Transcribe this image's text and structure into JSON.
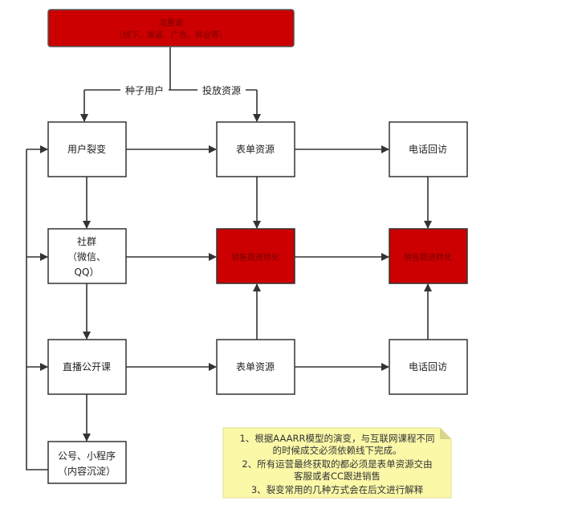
{
  "colors": {
    "red_box": "#cc0000",
    "note_bg": "#fbf9a8",
    "line": "#333333"
  },
  "top_box": {
    "line1": "流量源",
    "line2": "（线下、渠道、广告、异业等）"
  },
  "edge_labels": {
    "seed_users": "种子用户",
    "ad_resources": "投放资源"
  },
  "row1": {
    "col1": "用户裂变",
    "col2": "表单资源",
    "col3": "电话回访"
  },
  "row2": {
    "col1_line1": "社群",
    "col1_line2": "（微信、",
    "col1_line3": "QQ）",
    "col2": "销售跟进转化",
    "col3": "销售跟进转化"
  },
  "row3": {
    "col1": "直播公开课",
    "col2": "表单资源",
    "col3": "电话回访"
  },
  "row4": {
    "col1_line1": "公号、小程序",
    "col1_line2": "（内容沉淀）"
  },
  "note": {
    "lines": [
      "1、根据AAARR模型的演变，与互联网课程不同",
      "的时候成交必须依赖线下完成。",
      "2、所有运营最终获取的都必须是表单资源交由",
      "客服或者CC跟进销售",
      "3、裂变常用的几种方式会在后文进行解释"
    ]
  }
}
